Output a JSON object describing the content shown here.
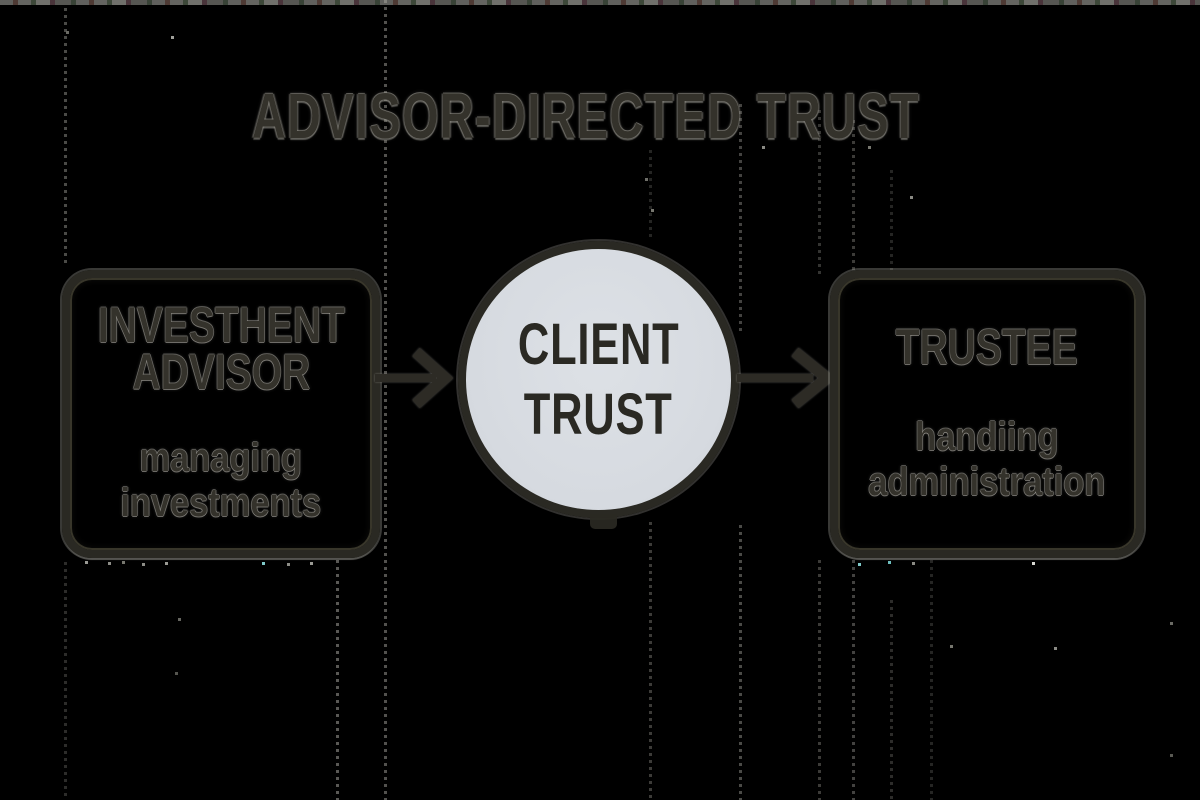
{
  "title": "ADVISOR-DIRECTED TRUST",
  "diagram": {
    "advisor_box": {
      "heading_line1": "INVESTHENT",
      "heading_line2": "ADVISOR",
      "subtitle_line1": "managing",
      "subtitle_line2": "investments"
    },
    "client_circle": {
      "line1": "CLIENT",
      "line2": "TRUST"
    },
    "trustee_box": {
      "heading": "TRUSTEE",
      "subtitle_line1": "handiing",
      "subtitle_line2": "administration"
    }
  },
  "colors": {
    "background": "#000000",
    "ink": "#34322b",
    "ink_strong": "#2a2923",
    "halo": "#b4b2aa",
    "circle_fill": "#d6dae0"
  }
}
